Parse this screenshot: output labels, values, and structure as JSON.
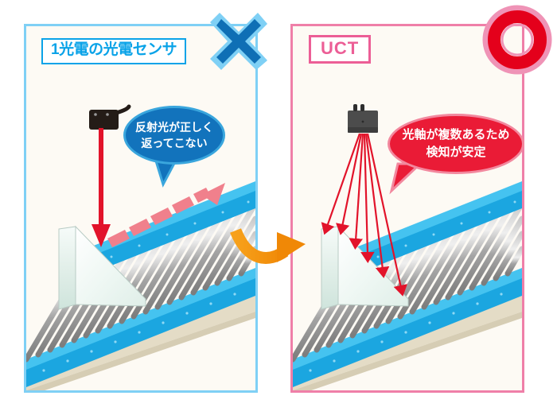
{
  "figure": {
    "background": "#ffffff",
    "panel_background": "#fdfaf4"
  },
  "panels": [
    {
      "id": "left",
      "title": "1光電の光電センサ",
      "verdict_icon": "cross-mark-icon",
      "verdict": "NG",
      "border_color": "#7fd0f5",
      "title_color": "#0aa3e8",
      "bubble": {
        "line1": "反射光が正しく",
        "line2": "返ってこない",
        "fill": "#1273bc",
        "stroke": "#3aa6dd"
      },
      "sensor": {
        "name": "photoelectric-sensor",
        "body_color": "#241c17",
        "beam_color": "#e2132a",
        "beam_count": 1
      },
      "return_beam": {
        "style": "dashed",
        "color": "#f0808c",
        "direction": "up-right",
        "segments": 6
      }
    },
    {
      "id": "right",
      "title": "UCT",
      "verdict_icon": "circle-mark-icon",
      "verdict": "OK",
      "border_color": "#ef7fa8",
      "title_color": "#ec5e96",
      "bubble": {
        "line1": "光軸が複数あるため",
        "line2": "検知が安定",
        "fill": "#ea1b36",
        "stroke": "#f2889e"
      },
      "sensor": {
        "name": "uct-multi-axis-sensor",
        "body_color": "#4c4c4c",
        "beam_color": "#e2132a",
        "beam_count": 6
      }
    }
  ],
  "transition_arrow": {
    "name": "curved-orange-arrow",
    "color": "#f39314",
    "direction": "left-to-right"
  },
  "conveyor": {
    "name": "roller-conveyor",
    "rail_color": "#1ba6e0",
    "rail_light_color": "#45c3f0",
    "roller_color": "#9b9b9b",
    "base_color": "#e4dcc6"
  },
  "workpiece": {
    "name": "transparent-wedge-part",
    "material": "clear-acrylic",
    "fill": "#eef6f3"
  },
  "badges": {
    "cross": {
      "inner": "#0f6fb5",
      "outer": "#7fd0f5"
    },
    "circle": {
      "inner": "#e4001b",
      "outer": "#ef93b6"
    }
  }
}
